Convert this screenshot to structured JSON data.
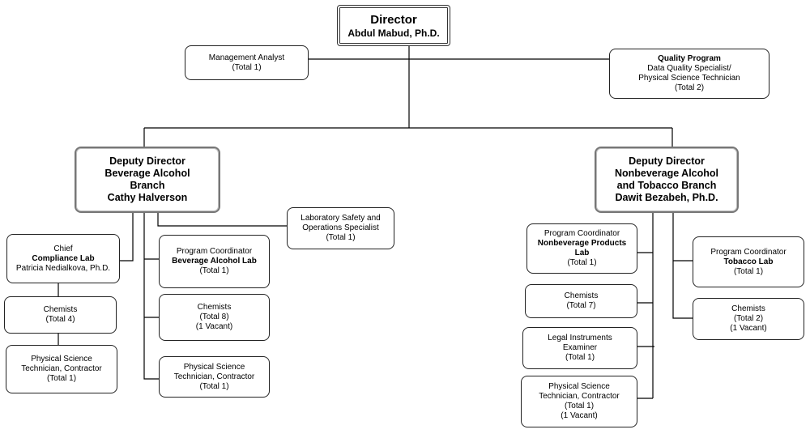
{
  "director": {
    "title": "Director",
    "name": "Abdul Mabud, Ph.D."
  },
  "management_analyst": {
    "title": "Management Analyst",
    "total": "(Total 1)"
  },
  "quality_program": {
    "title": "Quality Program",
    "line1": "Data Quality Specialist/",
    "line2": "Physical Science Technician",
    "total": "(Total 2)"
  },
  "deputy_bab": {
    "line1": "Deputy Director",
    "line2": "Beverage Alcohol",
    "line3": "Branch",
    "line4": "Cathy Halverson"
  },
  "deputy_natb": {
    "line1": "Deputy Director",
    "line2": "Nonbeverage Alcohol",
    "line3": "and Tobacco Branch",
    "line4": "Dawit Bezabeh, Ph.D."
  },
  "lab_safety": {
    "line1": "Laboratory Safety and",
    "line2": "Operations Specialist",
    "total": "(Total 1)"
  },
  "chief_compliance": {
    "line1": "Chief",
    "line2": "Compliance Lab",
    "line3": "Patricia Nedialkova, Ph.D."
  },
  "compliance_chemists": {
    "title": "Chemists",
    "total": "(Total 4)"
  },
  "compliance_pst": {
    "line1": "Physical Science",
    "line2": "Technician, Contractor",
    "total": "(Total 1)"
  },
  "bev_coordinator": {
    "line1": "Program Coordinator",
    "line2": "Beverage Alcohol Lab",
    "total": "(Total 1)"
  },
  "bev_chemists": {
    "title": "Chemists",
    "total": "(Total 8)",
    "vacant": "(1 Vacant)"
  },
  "bev_pst": {
    "line1": "Physical Science",
    "line2": "Technician, Contractor",
    "total": "(Total 1)"
  },
  "nonbev_coordinator": {
    "line1": "Program Coordinator",
    "line2": "Nonbeverage Products",
    "line3": "Lab",
    "total": "(Total 1)"
  },
  "nonbev_chemists": {
    "title": "Chemists",
    "total": "(Total 7)"
  },
  "legal_examiner": {
    "line1": "Legal Instruments",
    "line2": "Examiner",
    "total": "(Total 1)"
  },
  "nonbev_pst": {
    "line1": "Physical Science",
    "line2": "Technician, Contractor",
    "total": "(Total 1)",
    "vacant": "(1 Vacant)"
  },
  "tobacco_coordinator": {
    "line1": "Program Coordinator",
    "line2": "Tobacco Lab",
    "total": "(Total 1)"
  },
  "tobacco_chemists": {
    "title": "Chemists",
    "total": "(Total 2)",
    "vacant": "(1 Vacant)"
  }
}
